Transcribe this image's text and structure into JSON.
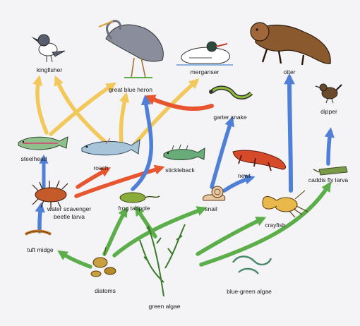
{
  "diagram": {
    "colors": {
      "background": "#f4f4f6",
      "eaten_by_plant": "#5cae4a",
      "eaten_by_invertebrate": "#4f7fd6",
      "eaten_by_fish_insect": "#f2c85a",
      "eaten_by_other": "#e8562f"
    },
    "organisms": {
      "kingfisher": "kingfisher",
      "great_blue_heron": "great blue heron",
      "merganser": "merganser",
      "otter": "otter",
      "garter_snake": "garter snake",
      "dipper": "dipper",
      "steelhead": "steelhead",
      "roach": "roach",
      "stickleback": "stickleback",
      "newt": "newt",
      "caddis_fly_larva": "caddis fly larva",
      "water_scavenger_beetle_larva_line1": "water scavenger",
      "water_scavenger_beetle_larva_line2": "beetle larva",
      "frog_tadpole": "frog tadpole",
      "snail": "snail",
      "crayfish": "crayfish",
      "tuft_midge": "tuft midge",
      "diatoms": "diatoms",
      "green_algae": "green algae",
      "blue_green_algae": "blue-green algae"
    },
    "links": [
      {
        "from": "tuft_midge",
        "to": "water_scavenger_beetle_larva",
        "color": "eaten_by_invertebrate"
      },
      {
        "from": "water_scavenger_beetle_larva",
        "to": "steelhead",
        "color": "eaten_by_invertebrate"
      },
      {
        "from": "steelhead",
        "to": "kingfisher",
        "color": "eaten_by_fish_insect"
      },
      {
        "from": "steelhead",
        "to": "great_blue_heron",
        "color": "eaten_by_fish_insect"
      },
      {
        "from": "roach",
        "to": "kingfisher",
        "color": "eaten_by_fish_insect"
      },
      {
        "from": "roach",
        "to": "great_blue_heron",
        "color": "eaten_by_fish_insect"
      },
      {
        "from": "roach",
        "to": "merganser",
        "color": "eaten_by_fish_insect"
      },
      {
        "from": "water_scavenger_beetle_larva",
        "to": "roach",
        "color": "eaten_by_other"
      },
      {
        "from": "water_scavenger_beetle_larva",
        "to": "stickleback",
        "color": "eaten_by_other"
      },
      {
        "from": "garter_snake",
        "to": "great_blue_heron",
        "color": "eaten_by_other"
      },
      {
        "from": "frog_tadpole",
        "to": "great_blue_heron",
        "color": "eaten_by_invertebrate"
      },
      {
        "from": "snail",
        "to": "garter_snake",
        "color": "eaten_by_invertebrate"
      },
      {
        "from": "snail",
        "to": "newt",
        "color": "eaten_by_invertebrate"
      },
      {
        "from": "crayfish",
        "to": "otter",
        "color": "eaten_by_invertebrate"
      },
      {
        "from": "caddis_fly_larva",
        "to": "dipper",
        "color": "eaten_by_invertebrate"
      },
      {
        "from": "diatoms",
        "to": "tuft_midge",
        "color": "eaten_by_plant"
      },
      {
        "from": "diatoms",
        "to": "frog_tadpole",
        "color": "eaten_by_plant"
      },
      {
        "from": "diatoms",
        "to": "snail",
        "color": "eaten_by_plant"
      },
      {
        "from": "green_algae",
        "to": "frog_tadpole",
        "color": "eaten_by_plant"
      },
      {
        "from": "green_algae",
        "to": "crayfish",
        "color": "eaten_by_plant"
      },
      {
        "from": "green_algae",
        "to": "caddis_fly_larva",
        "color": "eaten_by_plant"
      }
    ],
    "icons": {
      "kingfisher": "kingfisher-icon",
      "great_blue_heron": "heron-icon",
      "merganser": "merganser-icon",
      "otter": "otter-icon",
      "garter_snake": "snake-icon",
      "dipper": "dipper-icon",
      "steelhead": "steelhead-fish-icon",
      "roach": "roach-fish-icon",
      "stickleback": "stickleback-fish-icon",
      "newt": "newt-icon",
      "caddis_fly_larva": "caddis-larva-icon",
      "water_scavenger_beetle_larva": "beetle-larva-icon",
      "frog_tadpole": "tadpole-icon",
      "snail": "snail-icon",
      "crayfish": "crayfish-icon",
      "tuft_midge": "midge-icon",
      "diatoms": "diatoms-icon",
      "green_algae": "green-algae-icon",
      "blue_green_algae": "blue-green-algae-icon"
    }
  }
}
